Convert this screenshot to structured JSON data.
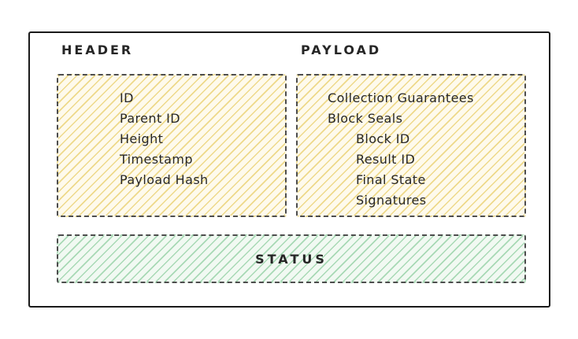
{
  "header": {
    "label": "HEADER",
    "fields": [
      "ID",
      "Parent ID",
      "Height",
      "Timestamp",
      "Payload Hash"
    ]
  },
  "payload": {
    "label": "PAYLOAD",
    "fields": [
      {
        "text": "Collection Guarantees",
        "indent": 0
      },
      {
        "text": "Block Seals",
        "indent": 0
      },
      {
        "text": "Block ID",
        "indent": 1
      },
      {
        "text": "Result ID",
        "indent": 1
      },
      {
        "text": "Final State",
        "indent": 1
      },
      {
        "text": "Signatures",
        "indent": 1
      }
    ]
  },
  "status": {
    "label": "STATUS"
  },
  "colors": {
    "canvas_bg": "#ffffff",
    "outline": "#1a1a1a",
    "dash_border": "#4d4d4d",
    "yellow_fill_bg": "#fefaec",
    "yellow_hatch": "#eed98a",
    "green_fill_bg": "#f1f9f2",
    "green_hatch": "#a8d9b5",
    "text": "#262626"
  }
}
